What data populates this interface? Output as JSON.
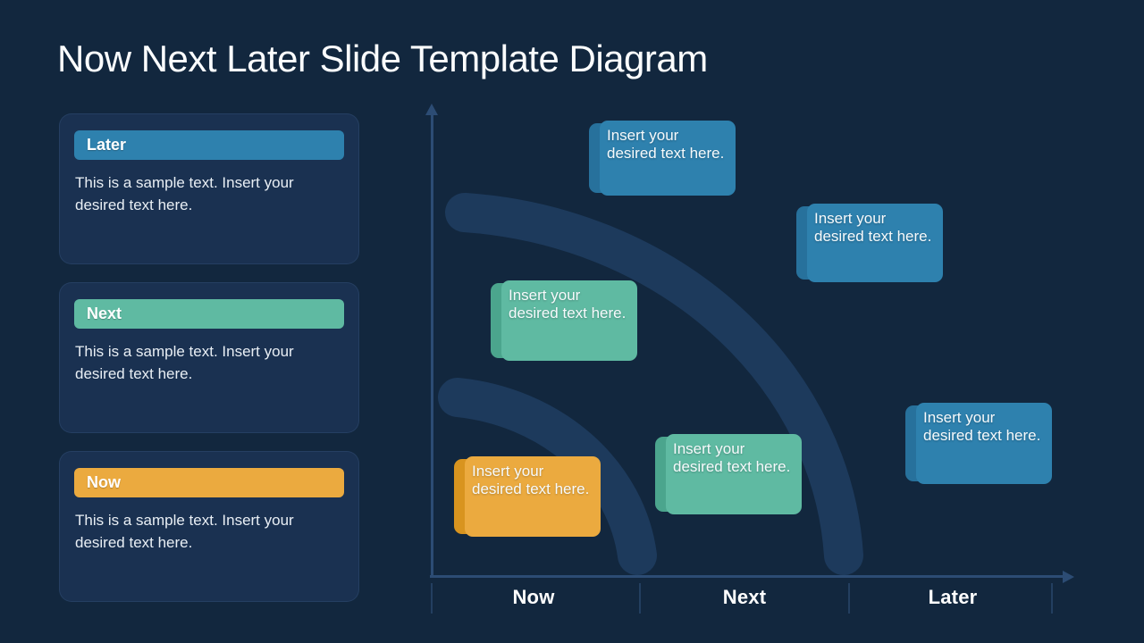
{
  "title": "Now Next Later Slide Template Diagram",
  "cards": [
    {
      "label": "Later",
      "header_color": "#2e81ae",
      "body": "This is a sample text. Insert your desired text here."
    },
    {
      "label": "Next",
      "header_color": "#5fbaa2",
      "body": "This is a sample text. Insert your desired text here."
    },
    {
      "label": "Now",
      "header_color": "#ebaa3f",
      "body": "This is a sample text. Insert your desired text here."
    }
  ],
  "timeline": {
    "axis_labels": [
      "Now",
      "Next",
      "Later"
    ],
    "notes": [
      {
        "text": "Insert your desired text here.",
        "color": "#2e81ae",
        "strip_color": "#27719c"
      },
      {
        "text": "Insert your desired text here.",
        "color": "#2e81ae",
        "strip_color": "#27719c"
      },
      {
        "text": "Insert your desired text here.",
        "color": "#5fbaa2",
        "strip_color": "#4ba58d"
      },
      {
        "text": "Insert your desired text here.",
        "color": "#ebaa3f",
        "strip_color": "#d8941f"
      },
      {
        "text": "Insert your desired text here.",
        "color": "#5fbaa2",
        "strip_color": "#4ba58d"
      },
      {
        "text": "Insert your desired text here.",
        "color": "#2e81ae",
        "strip_color": "#27719c"
      }
    ]
  },
  "colors": {
    "background": "#12273e",
    "card_background": "#1a3151",
    "arc": "#1d3a5c",
    "axis": "#2c4c74",
    "blue": "#2e81ae",
    "teal": "#5fbaa2",
    "orange": "#ebaa3f",
    "text": "#f2f6fa"
  }
}
